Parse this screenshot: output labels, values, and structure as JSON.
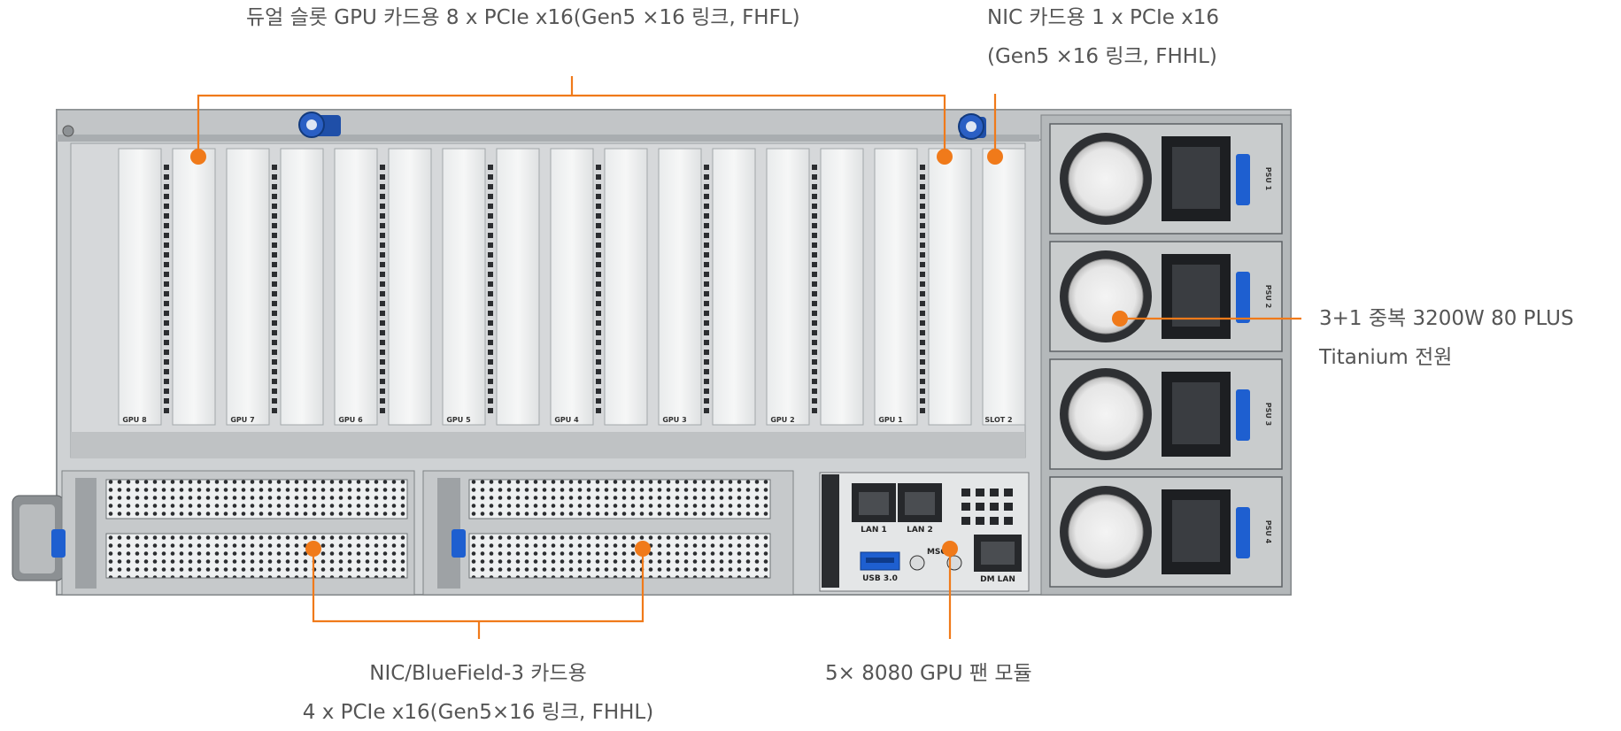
{
  "callouts": {
    "gpu_slots": "듀얼 슬롯 GPU 카드용 8 x PCIe x16(Gen5 ×16 링크, FHFL)",
    "nic_slot": {
      "line1": "NIC 카드용 1 x PCIe x16",
      "line2": "(Gen5 ×16 링크, FHHL)"
    },
    "psu": {
      "line1": "3+1 중복 3200W 80 PLUS",
      "line2": "Titanium 전원"
    },
    "nic_bluefield": {
      "line1": "NIC/BlueField-3 카드용",
      "line2": "4 x PCIe x16(Gen5×16 링크, FHHL)"
    },
    "fan": "5× 8080 GPU 팬 모듈"
  },
  "slot_labels": [
    "GPU 8",
    "GPU 7",
    "GPU 6",
    "GPU 5",
    "GPU 4",
    "GPU 3",
    "GPU 2",
    "GPU 1",
    "SLOT 2"
  ],
  "psu_labels": [
    "PSU 1",
    "PSU 2",
    "PSU 3",
    "PSU 4"
  ],
  "io_labels": {
    "lan1": "LAN 1",
    "lan2": "LAN 2",
    "usb": "USB 3.0",
    "msc": "MSC",
    "dm_lan": "DM LAN"
  },
  "colors": {
    "accent": "#f07a1a",
    "callout_text": "#555555",
    "chassis": "#cfd2d4",
    "usb_blue": "#1e5fd0"
  }
}
